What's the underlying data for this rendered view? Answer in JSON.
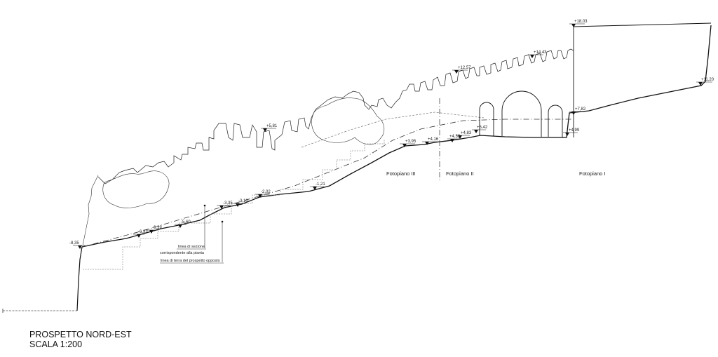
{
  "title": {
    "line1": "PROSPETTO NORD-EST",
    "line2": "SCALA 1:200"
  },
  "elevations": [
    {
      "id": "e1",
      "label": "-8,35"
    },
    {
      "id": "e2",
      "label": "-6,93"
    },
    {
      "id": "e3",
      "label": "-6,39"
    },
    {
      "id": "e4",
      "label": "-5,60"
    },
    {
      "id": "e5",
      "label": "-3,35"
    },
    {
      "id": "e6",
      "label": "-3,10"
    },
    {
      "id": "e7",
      "label": "-2,02"
    },
    {
      "id": "e8",
      "label": "-1,21"
    },
    {
      "id": "e9",
      "label": "+3,95"
    },
    {
      "id": "e10",
      "label": "+4,16"
    },
    {
      "id": "e11",
      "label": "+4,33"
    },
    {
      "id": "e12",
      "label": "+4,83"
    },
    {
      "id": "e13",
      "label": "+5,42"
    },
    {
      "id": "e14",
      "label": "+4,99"
    },
    {
      "id": "e15",
      "label": "+7,82"
    },
    {
      "id": "e16",
      "label": "+5,81"
    },
    {
      "id": "e17",
      "label": "+12,57"
    },
    {
      "id": "e18",
      "label": "+14,43"
    },
    {
      "id": "e19",
      "label": "+18,03"
    },
    {
      "id": "e20",
      "label": "+11,20"
    }
  ],
  "fotopiani": [
    {
      "id": "f3",
      "label": "Fotopiano III"
    },
    {
      "id": "f2",
      "label": "Fotopiano II"
    },
    {
      "id": "f1",
      "label": "Fotopiano I"
    }
  ],
  "notes": {
    "line1": "linea di sezione",
    "line2": "corrispondente alla pianta",
    "line3": "linea di terra del prospetto opposto"
  }
}
